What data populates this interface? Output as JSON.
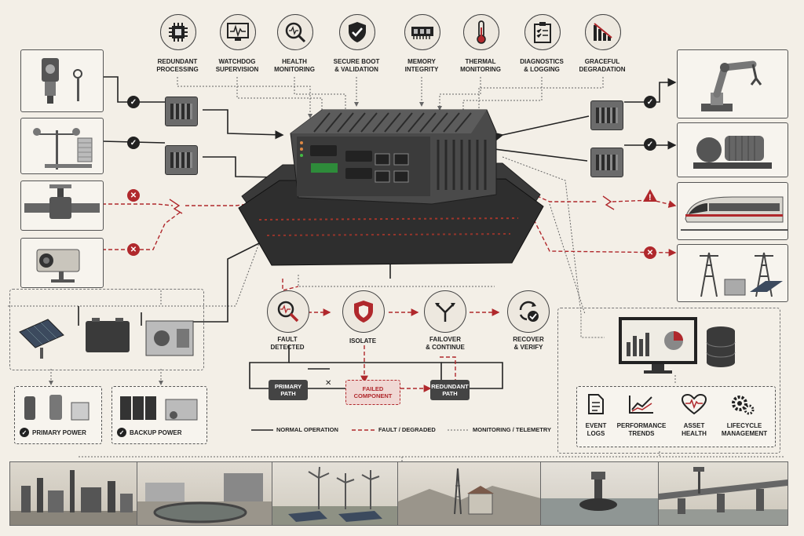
{
  "capabilities": [
    {
      "label": "REDUNDANT\nPROCESSING",
      "icon": "processor-icon"
    },
    {
      "label": "WATCHDOG\nSUPERVISION",
      "icon": "waveform-monitor-icon"
    },
    {
      "label": "HEALTH\nMONITORING",
      "icon": "magnifier-pulse-icon"
    },
    {
      "label": "SECURE BOOT\n& VALIDATION",
      "icon": "shield-check-icon"
    },
    {
      "label": "MEMORY\nINTEGRITY",
      "icon": "memory-chip-icon"
    },
    {
      "label": "THERMAL\nMONITORING",
      "icon": "thermometer-icon"
    },
    {
      "label": "DIAGNOSTICS\n& LOGGING",
      "icon": "clipboard-checklist-icon"
    },
    {
      "label": "GRACEFUL\nDEGRADATION",
      "icon": "descending-bars-icon"
    }
  ],
  "fault_flow": [
    {
      "label": "FAULT\nDETECTED",
      "icon": "fault-magnifier-icon"
    },
    {
      "label": "ISOLATE",
      "icon": "isolate-shield-icon"
    },
    {
      "label": "FAILOVER\n& CONTINUE",
      "icon": "failover-branch-icon"
    },
    {
      "label": "RECOVER\n& VERIFY",
      "icon": "recover-cycle-icon"
    }
  ],
  "paths": {
    "primary": "PRIMARY\nPATH",
    "failed": "FAILED\nCOMPONENT",
    "redundant": "REDUNDANT\nPATH"
  },
  "legend": {
    "normal": "NORMAL OPERATION",
    "fault": "FAULT / DEGRADED",
    "monitoring": "MONITORING / TELEMETRY"
  },
  "power": {
    "primary": "PRIMARY POWER",
    "backup": "BACKUP POWER"
  },
  "analytics": [
    {
      "label": "EVENT\nLOGS",
      "icon": "document-icon"
    },
    {
      "label": "PERFORMANCE\nTRENDS",
      "icon": "trend-chart-icon"
    },
    {
      "label": "ASSET\nHEALTH",
      "icon": "heart-pulse-icon"
    },
    {
      "label": "LIFECYCLE\nMANAGEMENT",
      "icon": "gears-icon"
    }
  ],
  "colors": {
    "fault": "#b0282c",
    "ink": "#222222",
    "paper": "#f3efe7"
  }
}
